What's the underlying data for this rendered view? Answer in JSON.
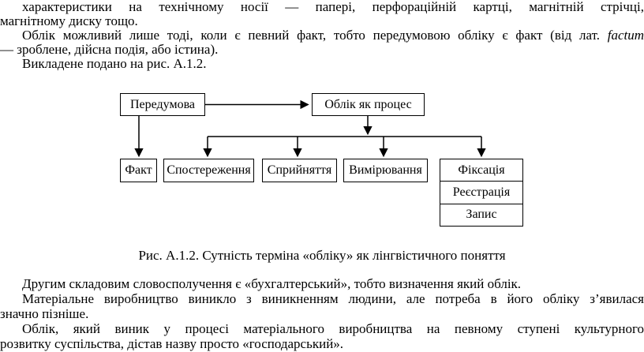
{
  "page": {
    "background_color": "#ffffff",
    "text_color": "#000000",
    "language": "uk"
  },
  "paragraphs_top": {
    "line1": "характеристики на технічному носії — папері, перфораційній картці, магнітній стрічці,",
    "line2": "магнітному диску тощо.",
    "line3_main": "Облік можливий лише тоді, коли є певний факт, тобто передумовою обліку є факт (від лат. ",
    "line3_italic": "factum",
    "line4": "— зроблене, дійсна подія, або істина).",
    "line5": "Викладене подано на рис. А.1.2."
  },
  "diagram": {
    "boxes": {
      "peredumova": "Передумова",
      "oblik": "Облік як процес",
      "fakt": "Факт",
      "sposterezhennia": "Спостереження",
      "spryiniattia": "Сприйняття",
      "vymiriuvannia": "Вимірювання",
      "fiksatsiia": "Фіксація",
      "reiestratsiia": "Реєстрація",
      "zapys": "Запис"
    },
    "connections": [
      {
        "from": "Передумова",
        "to": "Облік як процес"
      },
      {
        "from": "Передумова",
        "to": "Факт"
      },
      {
        "from": "Облік як процес",
        "to": "Спостереження"
      },
      {
        "from": "Облік як процес",
        "to": "Сприйняття"
      },
      {
        "from": "Облік як процес",
        "to": "Вимірювання"
      },
      {
        "from": "Облік як процес",
        "to": "Фіксація"
      }
    ],
    "line_color": "#000000"
  },
  "caption": "Рис. А.1.2. Сутність терміна «обліку» як лінгвістичного поняття",
  "paragraphs_bottom": {
    "line1": "Другим складовим словосполучення є «бухгалтерський», тобто визначення який облік.",
    "line2": "Матеріальне виробництво виникло з виникненням людини, але потреба в його обліку з’явилася",
    "line3": "значно пізніше.",
    "line4": "Облік, який виник у процесі матеріального виробництва на певному ступені культурного",
    "line5": "розвитку суспільства, дістав назву просто «господарський»."
  }
}
